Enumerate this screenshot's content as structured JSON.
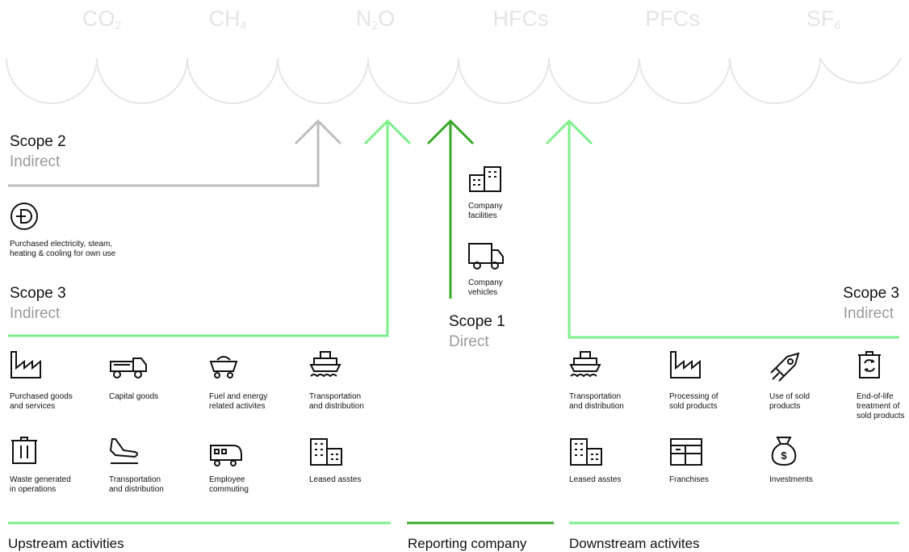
{
  "gases": [
    {
      "base": "CO",
      "sub": "2"
    },
    {
      "base": "CH",
      "sub": "4"
    },
    {
      "base": "N",
      "sub": "2",
      "tail": "O"
    },
    {
      "base": "HFCs",
      "sub": ""
    },
    {
      "base": "PFCs",
      "sub": ""
    },
    {
      "base": "SF",
      "sub": "6"
    }
  ],
  "scope2": {
    "title": "Scope 2",
    "sub": "Indirect",
    "item": "Purchased electricity, steam,\nheating & cooling for own use"
  },
  "scope3_up": {
    "title": "Scope 3",
    "sub": "Indirect"
  },
  "scope1": {
    "title": "Scope 1",
    "sub": "Direct",
    "items": [
      "Company\nfacilities",
      "Company\nvehicles"
    ]
  },
  "scope3_down": {
    "title": "Scope 3",
    "sub": "Indirect"
  },
  "upstream": [
    {
      "label": "Purchased goods\nand services",
      "icon": "factory-icon"
    },
    {
      "label": "Capital goods",
      "icon": "truck-icon"
    },
    {
      "label": "Fuel and energy\nrelated activites",
      "icon": "mine-cart-icon"
    },
    {
      "label": "Transportation\nand distribution",
      "icon": "ship-icon"
    },
    {
      "label": "Waste generated\nin operations",
      "icon": "trash-icon"
    },
    {
      "label": "Transportation\nand distribution",
      "icon": "plane-icon"
    },
    {
      "label": "Employee\ncommuting",
      "icon": "train-icon"
    },
    {
      "label": "Leased asstes",
      "icon": "building-icon"
    }
  ],
  "downstream": [
    {
      "label": "Transportation\nand distribution",
      "icon": "ship-icon"
    },
    {
      "label": "Processing of\nsold products",
      "icon": "factory-icon"
    },
    {
      "label": "Use of sold\nproducts",
      "icon": "rocket-icon"
    },
    {
      "label": "End-of-life\ntreatment of\nsold products",
      "icon": "recycle-bin-icon"
    },
    {
      "label": "Leased asstes",
      "icon": "building-icon"
    },
    {
      "label": "Franchises",
      "icon": "storefront-icon"
    },
    {
      "label": "Investments",
      "icon": "money-bag-icon"
    }
  ],
  "footer": {
    "upstream": "Upstream activities",
    "reporting": "Reporting company",
    "downstream": "Downstream activites"
  },
  "colors": {
    "light_green": "#7cf08a",
    "dark_green": "#3aa829",
    "grey": "#bdbdbd",
    "gas_grey": "#e4e4e4"
  }
}
